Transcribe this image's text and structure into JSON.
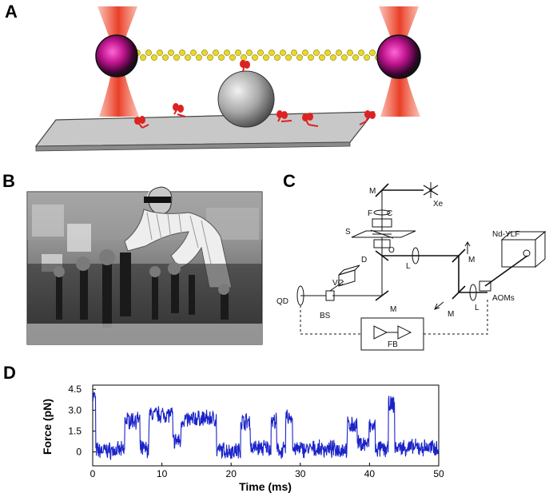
{
  "panels": {
    "a": "A",
    "b": "B",
    "c": "C",
    "d": "D"
  },
  "optics": {
    "xe": "Xe",
    "m_top": "M",
    "f": "F",
    "c": "C",
    "s": "S",
    "o": "O",
    "d": "D",
    "l1": "L",
    "m_right": "M",
    "ndylf": "Nd-YLF",
    "vc": "VC",
    "qd": "QD",
    "bs": "BS",
    "m_bottom": "M",
    "m_lower": "M",
    "l2": "L",
    "aoms": "AOMs",
    "fb": "FB"
  },
  "chart_data": {
    "type": "line",
    "xlabel": "Time (ms)",
    "ylabel": "Force (pN)",
    "xlim": [
      0,
      50
    ],
    "ylim": [
      -1,
      4.8
    ],
    "xticks": [
      "0",
      "10",
      "20",
      "30",
      "40",
      "50"
    ],
    "yticks": [
      "4.5",
      "3.0",
      "1.5",
      "0"
    ],
    "series_color": "#1a23c8",
    "levels": [
      [
        0.0,
        0.4,
        4.0
      ],
      [
        0.4,
        4.6,
        0.1
      ],
      [
        4.6,
        6.8,
        2.3
      ],
      [
        6.8,
        8.1,
        0.2
      ],
      [
        8.1,
        11.6,
        2.7
      ],
      [
        11.6,
        12.8,
        0.8
      ],
      [
        12.8,
        14.5,
        2.3
      ],
      [
        14.5,
        17.9,
        2.4
      ],
      [
        17.9,
        21.4,
        0.1
      ],
      [
        21.4,
        22.8,
        2.2
      ],
      [
        22.8,
        25.8,
        0.3
      ],
      [
        25.8,
        26.6,
        2.2
      ],
      [
        26.6,
        27.9,
        0.1
      ],
      [
        27.9,
        28.9,
        2.5
      ],
      [
        28.9,
        36.8,
        0.2
      ],
      [
        36.8,
        38.2,
        1.9
      ],
      [
        38.2,
        39.9,
        0.6
      ],
      [
        39.9,
        40.8,
        1.8
      ],
      [
        40.8,
        42.7,
        0.2
      ],
      [
        42.7,
        43.6,
        3.4
      ],
      [
        43.6,
        50.0,
        0.3
      ]
    ]
  }
}
